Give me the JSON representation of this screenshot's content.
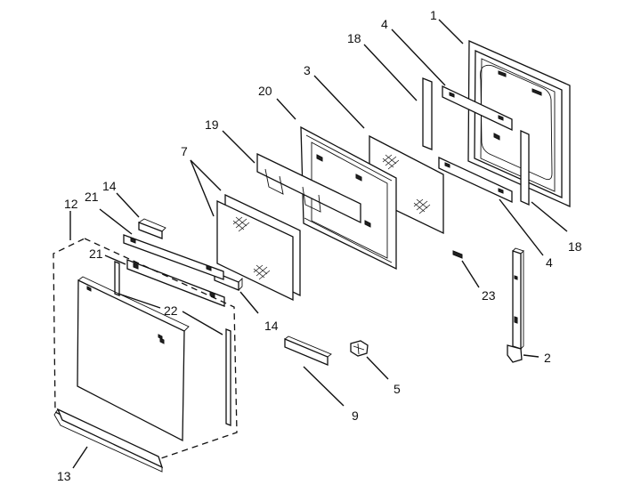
{
  "diagram": {
    "part_labels": [
      "1",
      "2",
      "3",
      "4",
      "4",
      "5",
      "7",
      "9",
      "12",
      "13",
      "14",
      "14",
      "18",
      "18",
      "19",
      "20",
      "21",
      "21",
      "22",
      "23"
    ]
  }
}
